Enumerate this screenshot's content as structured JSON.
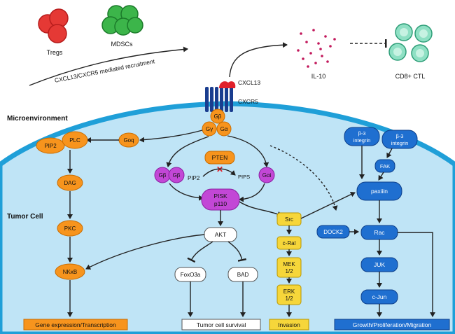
{
  "top": {
    "tregs": "Tregs",
    "mdscs": "MDSCs",
    "recruit": "CXCL13/CXCR5 mediated recruitment",
    "cxcl13": "CXCL13",
    "cxcr5": "CXCR5",
    "il10": "IL-10",
    "ctl": "CD8+ CTL"
  },
  "regions": {
    "micro": "Microenvironment",
    "tumor": "Tumor Cell"
  },
  "nodes": {
    "gb_top": "Gβ",
    "gy": "Gγ",
    "ga": "Gα",
    "goq": "Goq",
    "plc": "PLC",
    "pip2_left": "PIP2",
    "dag": "DAG",
    "pkc": "PKC",
    "nfkb": "NKκB",
    "gb1": "Gβ",
    "gb2": "Gβ",
    "pten": "PTEN",
    "pip2_mid": "PIP2",
    "pip5": "PIPS",
    "gai": "Gαi",
    "pi3k_1": "PISK",
    "pi3k_2": "p110",
    "akt": "AKT",
    "foxo3a": "FoxO3a",
    "bad": "BAD",
    "src": "Src",
    "craf": "c-Ral",
    "mek_1": "MEK",
    "mek_2": "1/2",
    "erk_1": "ERK",
    "erk_2": "1/2",
    "dock2": "DOCK2",
    "b3a_1": "β-3",
    "b3a_2": "integrin",
    "b3b_1": "β-3",
    "b3b_2": "integrin",
    "fak": "FAK",
    "paxillin": "paxiiin",
    "rac": "Rac",
    "jnk": "JUK",
    "cjun": "c-Jun"
  },
  "outputs": {
    "gene": "Gene expression/Transcription",
    "survival": "Tumor cell survival",
    "invasion": "Invasion",
    "growth": "Growth/Proliferation/Migration"
  },
  "colors": {
    "cytoplasm": "#bfe4f6",
    "membrane": "#1f9fd8",
    "orange": "#f7941d",
    "purple": "#c247d6",
    "yellow": "#f6d63a",
    "blue": "#1f6fd0",
    "ctl_green": "#8fe0c4",
    "treg_red": "#e53935",
    "mdsc_green": "#3cb54a",
    "il10_dot": "#c2185b"
  }
}
